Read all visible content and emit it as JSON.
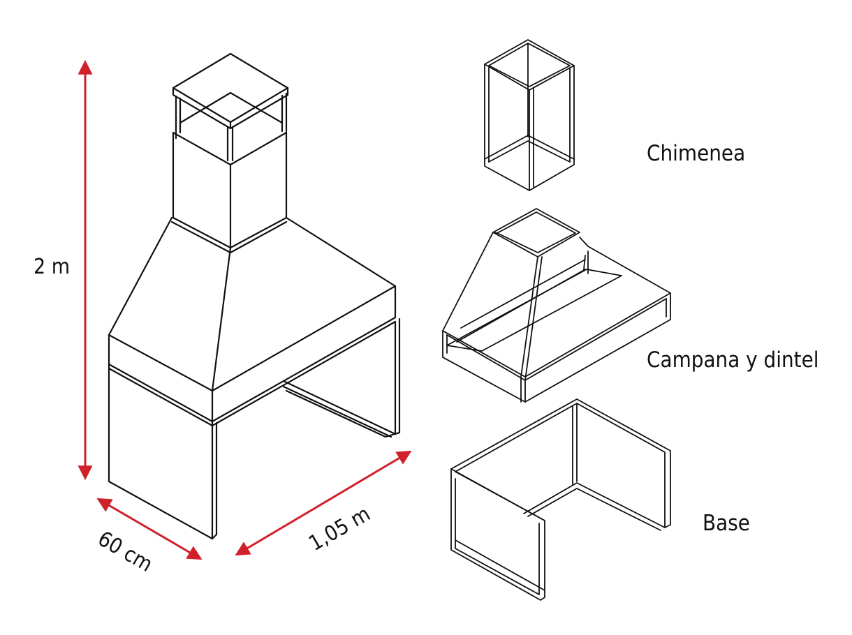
{
  "colors": {
    "dimension": "#d0202a",
    "line": "#111111",
    "background": "#ffffff"
  },
  "dimensions": {
    "height": "2 m",
    "depth": "60 cm",
    "width": "1,05 m"
  },
  "parts": {
    "chimney": "Chimenea",
    "hood": "Campana y dintel",
    "base": "Base"
  }
}
